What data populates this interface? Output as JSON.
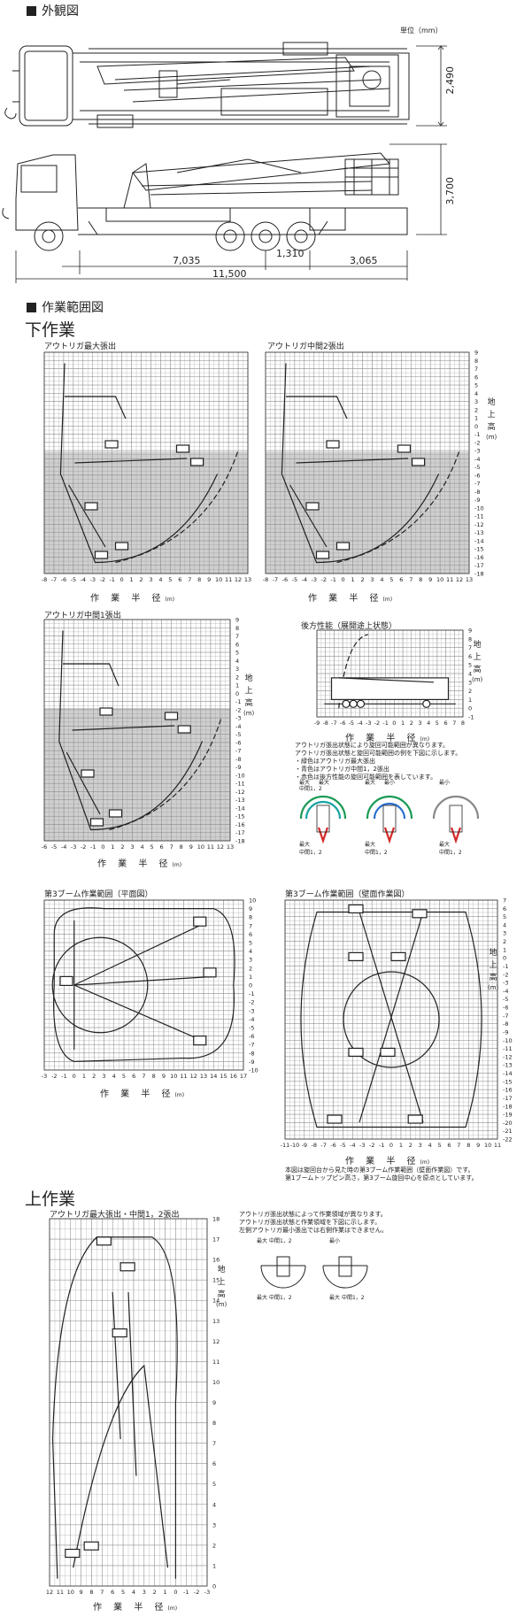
{
  "exterior": {
    "heading": "外観図",
    "unit": "単位（mm）",
    "dims": {
      "width": "2,490",
      "height": "3,700",
      "front": "7,035",
      "mid": "1,310",
      "rear": "3,065",
      "total": "11,500"
    }
  },
  "range": {
    "heading": "作業範囲図"
  },
  "lower_work": {
    "heading": "下作業"
  },
  "upper_work": {
    "heading": "上作業"
  },
  "axis": {
    "radius": "作 業 半 径",
    "radius_unit": "(m)",
    "height": [
      "地",
      "上",
      "高"
    ],
    "height_unit": "(m)"
  },
  "plots": {
    "p1": {
      "title": "アウトリガ最大張出",
      "x_ticks": [
        "-8",
        "-7",
        "-6",
        "-5",
        "-4",
        "-3",
        "-2",
        "-1",
        "0",
        "1",
        "2",
        "3",
        "4",
        "5",
        "6",
        "7",
        "8",
        "9",
        "10",
        "11",
        "12",
        "13"
      ],
      "y_ticks": [
        "9",
        "8",
        "7",
        "6",
        "5",
        "4",
        "3",
        "2",
        "1",
        "0",
        "-1",
        "-2",
        "-3",
        "-4",
        "-5",
        "-6",
        "-7",
        "-8",
        "-9",
        "-10",
        "-11",
        "-12",
        "-13",
        "-14",
        "-15",
        "-16",
        "-17",
        "-18"
      ]
    },
    "p2": {
      "title": "アウトリガ中間2張出"
    },
    "p3": {
      "title": "アウトリガ中間1張出",
      "x_ticks": [
        "-6",
        "-5",
        "-4",
        "-3",
        "-2",
        "-1",
        "0",
        "1",
        "2",
        "3",
        "4",
        "5",
        "6",
        "7",
        "8",
        "9",
        "10",
        "11",
        "12",
        "13"
      ]
    },
    "p4": {
      "title": "後方性能（展開途上状態）",
      "x_ticks": [
        "-9",
        "-8",
        "-7",
        "-6",
        "-5",
        "-4",
        "-3",
        "-2",
        "-1",
        "0",
        "1",
        "2",
        "3",
        "4",
        "5",
        "6",
        "7",
        "8"
      ],
      "y_ticks": [
        "9",
        "8",
        "7",
        "6",
        "5",
        "4",
        "3",
        "2",
        "1",
        "0",
        "-1"
      ]
    },
    "p5": {
      "title": "第3ブーム作業範囲（平面図）",
      "x_ticks": [
        "-3",
        "-2",
        "-1",
        "0",
        "1",
        "2",
        "3",
        "4",
        "5",
        "6",
        "7",
        "8",
        "9",
        "10",
        "11",
        "12",
        "13",
        "14",
        "15",
        "16",
        "17"
      ],
      "y_ticks": [
        "10",
        "9",
        "8",
        "7",
        "6",
        "5",
        "4",
        "3",
        "2",
        "1",
        "0",
        "-1",
        "-2",
        "-3",
        "-4",
        "-5",
        "-6",
        "-7",
        "-8",
        "-9",
        "-10"
      ]
    },
    "p6": {
      "title": "第3ブーム作業範囲（壁面作業図）",
      "x_ticks": [
        "-11",
        "-10",
        "-9",
        "-8",
        "-7",
        "-6",
        "-5",
        "-4",
        "-3",
        "-2",
        "-1",
        "0",
        "1",
        "2",
        "3",
        "4",
        "5",
        "6",
        "7",
        "8",
        "9",
        "10",
        "11"
      ],
      "y_ticks": [
        "7",
        "6",
        "5",
        "4",
        "3",
        "2",
        "1",
        "0",
        "-1",
        "-2",
        "-3",
        "-4",
        "-5",
        "-6",
        "-7",
        "-8",
        "-9",
        "-10",
        "-11",
        "-12",
        "-13",
        "-14",
        "-15",
        "-16",
        "-17",
        "-18",
        "-19",
        "-20",
        "-21",
        "-22"
      ]
    },
    "p7": {
      "title": "アウトリガ最大張出・中間1，2張出",
      "x_ticks": [
        "12",
        "11",
        "10",
        "9",
        "8",
        "7",
        "6",
        "5",
        "4",
        "3",
        "2",
        "1",
        "0",
        "-1",
        "-2",
        "-3"
      ],
      "y_ticks": [
        "18",
        "17",
        "16",
        "15",
        "14",
        "13",
        "12",
        "11",
        "10",
        "9",
        "8",
        "7",
        "6",
        "5",
        "4",
        "3",
        "2",
        "1",
        "0"
      ]
    }
  },
  "notes": {
    "rear": [
      "アウトリガ張出状態により旋回可能範囲が異なります。",
      "アウトリガ張出状態と旋回可能範囲の例を下図に示します。",
      "・緑色はアウトリガ最大張出",
      "・青色はアウトリガ中間1，2張出",
      "・赤色は後方性能の旋回可能範囲を表しています。"
    ],
    "wall": [
      "本図は旋回台から見た時の第3ブーム作業範囲（壁面作業図）です。",
      "第1ブームトップピン高さ，第3ブーム旋回中心を原点としています。"
    ],
    "upper": [
      "アウトリガ張出状態によって作業領域が異なります。",
      "アウトリガ張出状態と作業領域を下図に示します。",
      "左側アウトリガ最小張出では右側作業はできません。"
    ]
  },
  "slew_labels": {
    "max": "最大",
    "mid12": "中間1，2",
    "min": "最小"
  },
  "colors": {
    "grid": "#8c8c8c",
    "fill_gray": "#cfcfcf",
    "green": "#1a9a55",
    "blue": "#2a6fd0",
    "red": "#d42a2a",
    "teal": "#17a3a0"
  }
}
